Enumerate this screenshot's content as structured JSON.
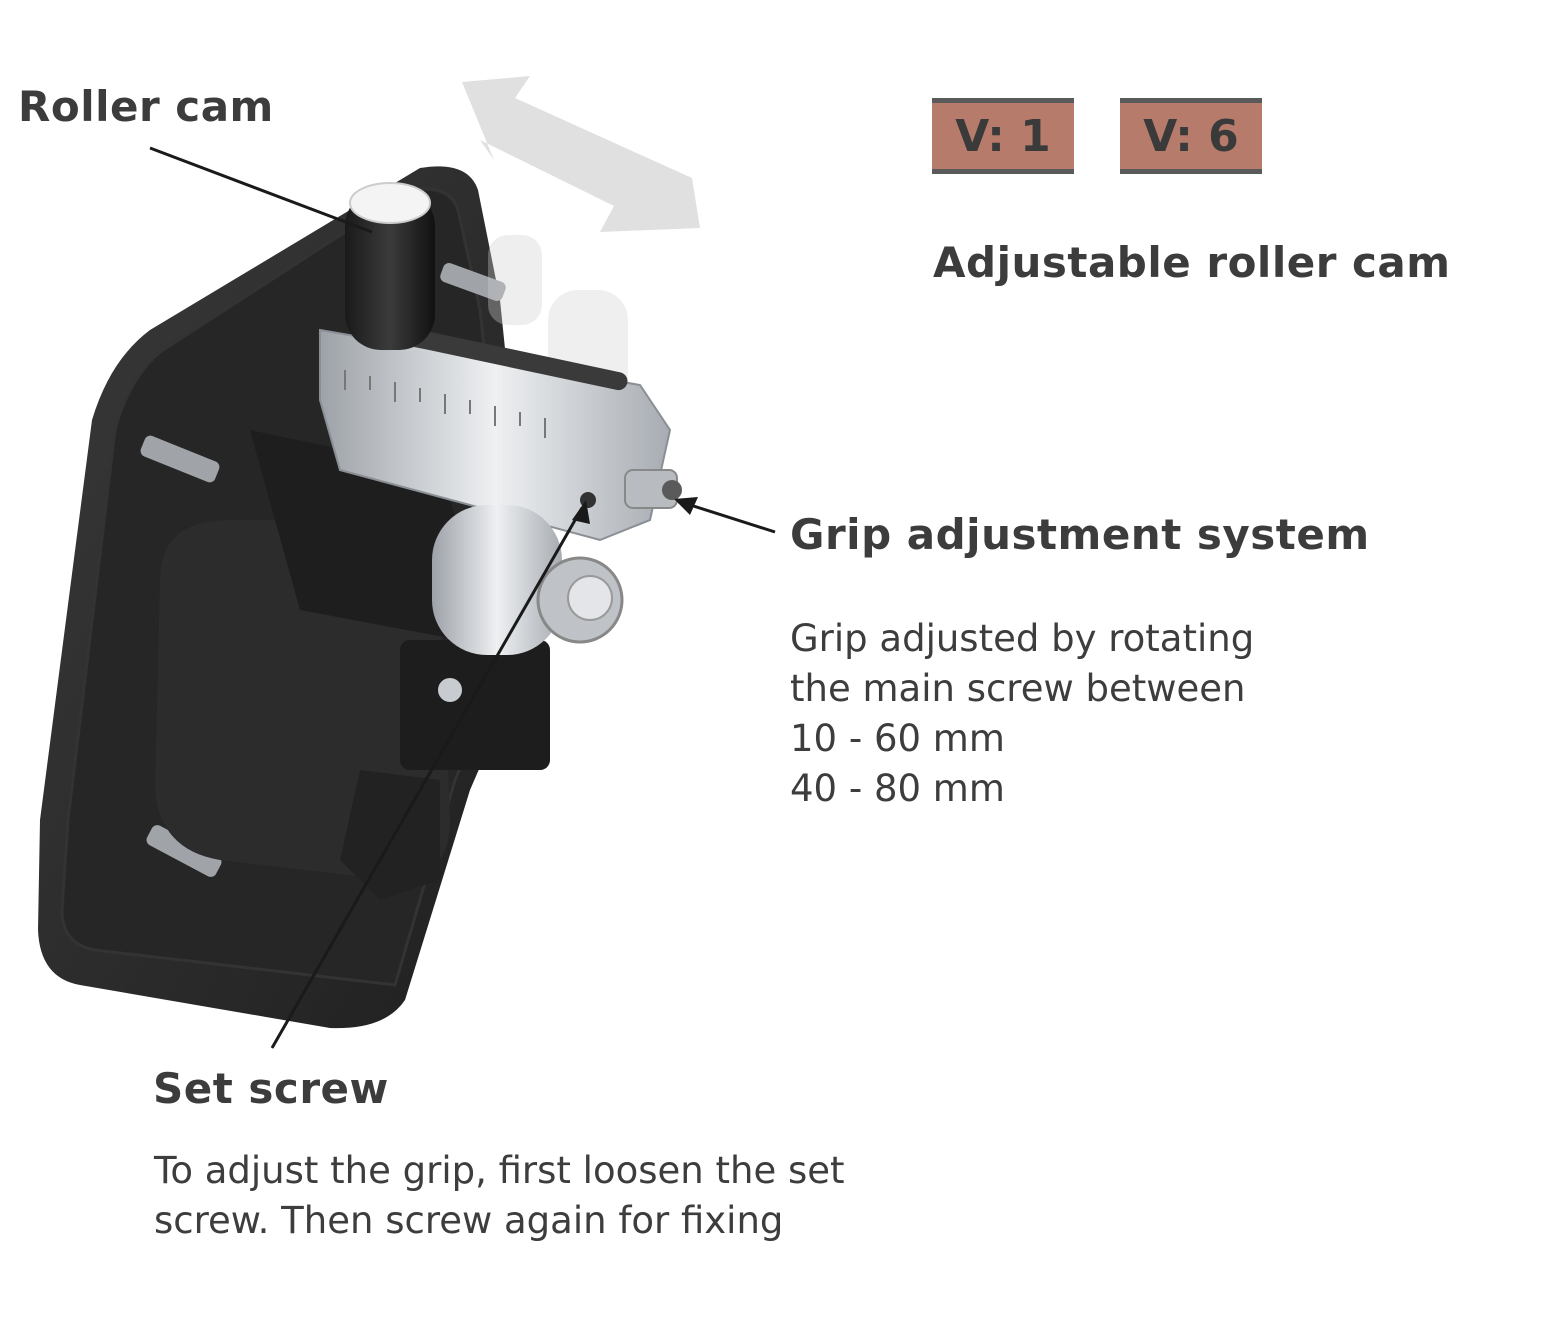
{
  "labels": {
    "roller_cam": "Roller cam",
    "grip_adjustment": "Grip adjustment system",
    "set_screw": "Set screw",
    "adjustable_roller_cam": "Adjustable roller cam"
  },
  "versions": [
    "V: 1",
    "V: 6"
  ],
  "grip_description": [
    "Grip adjusted by rotating",
    "the main screw between",
    "10 - 60 mm",
    "40 - 80 mm"
  ],
  "set_screw_description": [
    "To adjust the grip, first loosen the set",
    "screw. Then screw again for fixing"
  ],
  "colors": {
    "badge": "#b77b6b",
    "text": "#3d3d3d",
    "handle": "#2e2e2e",
    "metal": "#c9ccd0",
    "arrow_ghost": "#e0e0e0"
  }
}
